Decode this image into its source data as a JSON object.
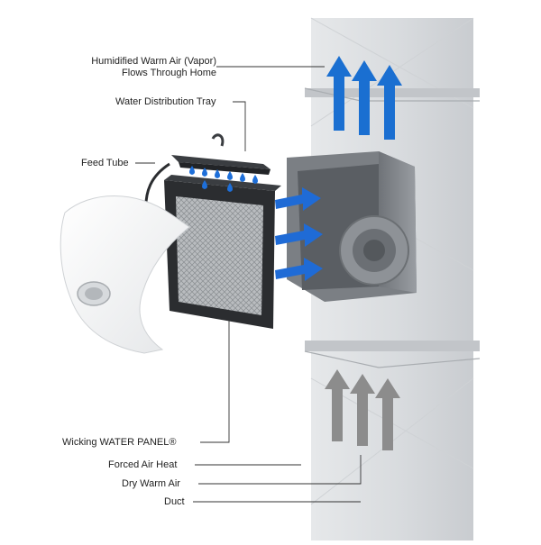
{
  "labels": {
    "vapor_line1": "Humidified Warm Air (Vapor)",
    "vapor_line2": "Flows Through Home",
    "tray": "Water Distribution Tray",
    "feed_tube": "Feed Tube",
    "panel": "Wicking WATER PANEL®",
    "forced_air": "Forced Air Heat",
    "dry_air": "Dry Warm Air",
    "duct": "Duct"
  },
  "colors": {
    "vapor_arrow": "#1a6fd1",
    "flow_arrow": "#1f6bd6",
    "dry_arrow": "#8c8c8c",
    "water_drop": "#1e6fd9",
    "duct": "#dcdfe2",
    "leader_line": "#333333"
  }
}
